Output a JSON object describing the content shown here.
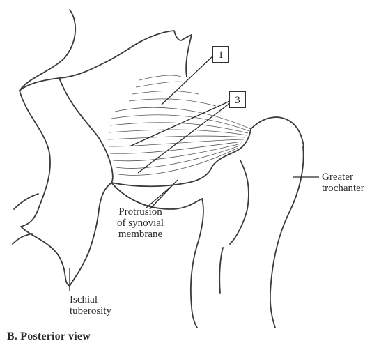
{
  "labels": {
    "box1": "1",
    "box3": "3",
    "greater_trochanter": [
      "Greater",
      "trochanter"
    ],
    "protrusion": [
      "Protrusion",
      "of synovial",
      "membrane"
    ],
    "ischial_tuberosity": [
      "Ischial",
      "tuberosity"
    ]
  },
  "caption": "B. Posterior view",
  "colors": {
    "line": "#3a3a3a",
    "background": "#ffffff"
  }
}
